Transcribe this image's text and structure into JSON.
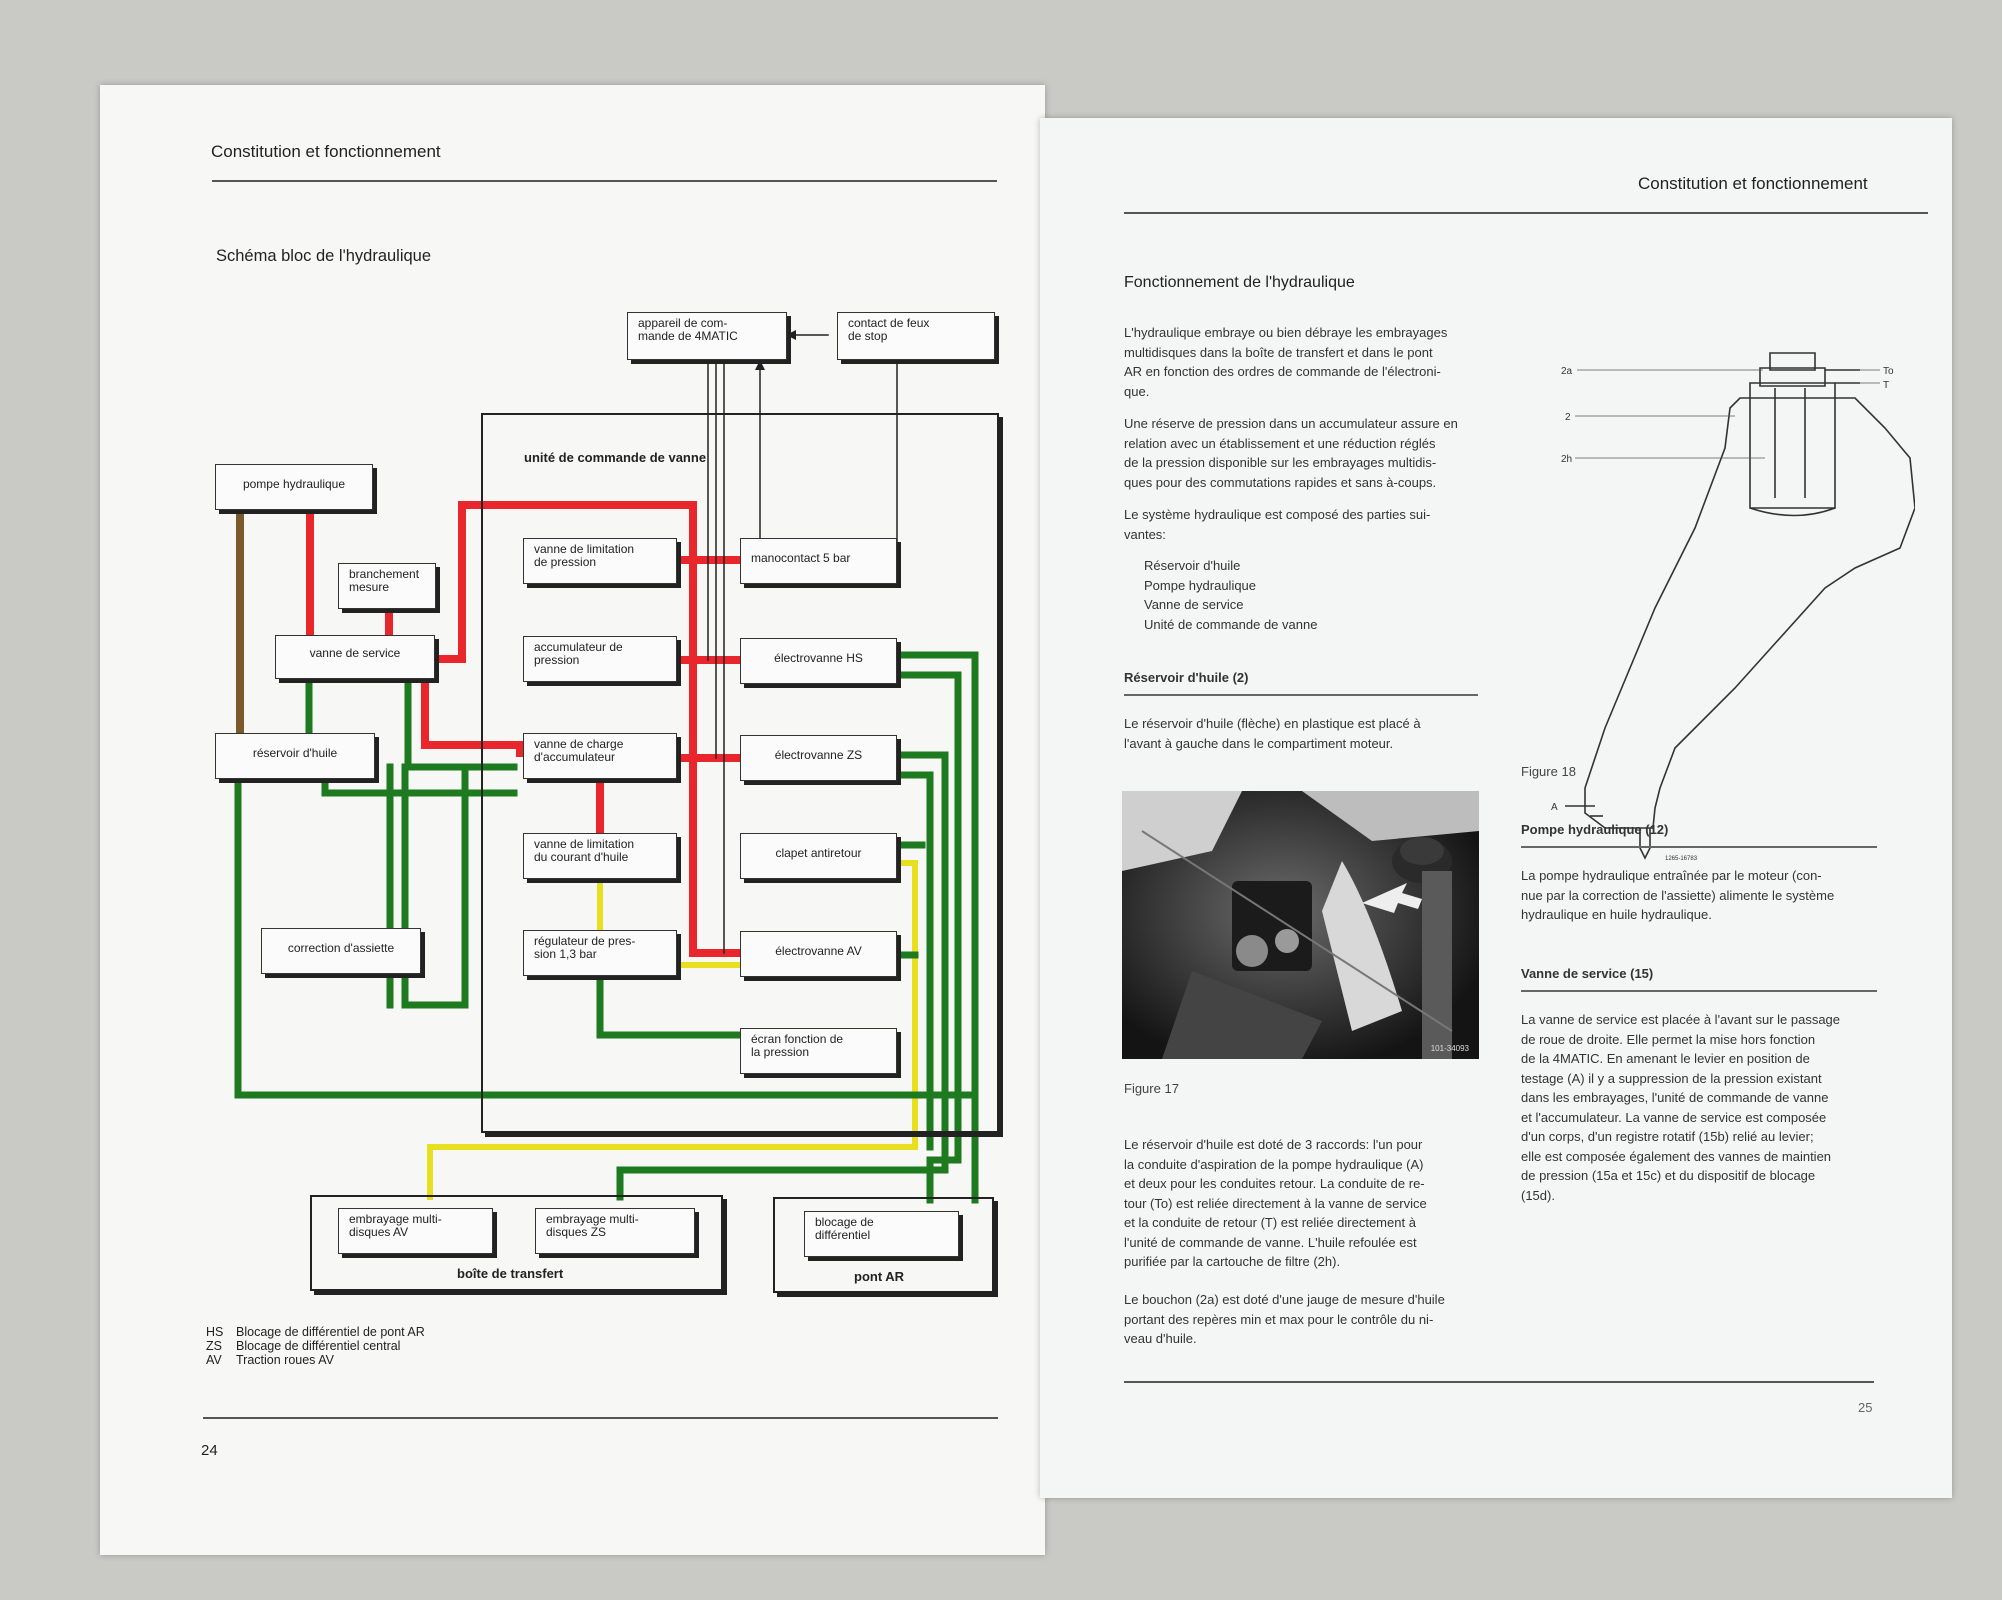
{
  "left_page": {
    "header": "Constitution et fonctionnement",
    "diagram_title": "Schéma bloc de l'hydraulique",
    "page_number": "24",
    "boxes": {
      "appareil": "appareil de com-\nmande de 4MATIC",
      "contact": "contact de feux\nde stop",
      "unite_label": "unité de commande de vanne",
      "pompe": "pompe hydraulique",
      "branchement": "branchement\nmesure",
      "vanne_service": "vanne de service",
      "reservoir": "réservoir d'huile",
      "correction": "correction d'assiette",
      "vanne_limitation_pression": "vanne de limitation\nde pression",
      "accumulateur": "accumulateur de\npression",
      "vanne_charge": "vanne de charge\nd'accumulateur",
      "vanne_limitation_courant": "vanne de limitation\ndu courant d'huile",
      "regulateur": "régulateur de pres-\nsion 1,3 bar",
      "manocontact": "manocontact 5 bar",
      "electrovanne_hs": "électrovanne HS",
      "electrovanne_zs": "électrovanne ZS",
      "clapet": "clapet antiretour",
      "electrovanne_av": "électrovanne AV",
      "ecran": "écran fonction de\nla pression",
      "embrayage_av": "embrayage multi-\ndisques AV",
      "embrayage_zs": "embrayage multi-\ndisques ZS",
      "boite_label": "boîte de transfert",
      "blocage": "blocage de\ndifférentiel",
      "pont_label": "pont AR"
    },
    "legend": [
      {
        "key": "HS",
        "text": "Blocage de différentiel de pont AR"
      },
      {
        "key": "ZS",
        "text": "Blocage de différentiel central"
      },
      {
        "key": "AV",
        "text": "Traction roues AV"
      }
    ],
    "colors": {
      "red": "#e8262b",
      "green": "#1e7a1e",
      "yellow": "#e8e01e",
      "brown": "#7a5a2a"
    }
  },
  "right_page": {
    "header": "Constitution et fonctionnement",
    "section_title": "Fonctionnement de l'hydraulique",
    "para1": "L'hydraulique embraye ou bien débraye les embrayages\nmultidisques dans la boîte de transfert et dans le pont\nAR en fonction des ordres de commande de l'électroni-\nque.",
    "para2": "Une réserve de pression dans un accumulateur assure en\nrelation avec un établissement et une réduction réglés\nde la pression disponible sur les embrayages multidis-\nques pour des commutations rapides et sans à-coups.",
    "para3": "Le système hydraulique est composé des parties sui-\nvantes:",
    "parts": [
      "Réservoir d'huile",
      "Pompe hydraulique",
      "Vanne de service",
      "Unité de commande de vanne"
    ],
    "reservoir_title": "Réservoir d'huile (2)",
    "reservoir_text": "Le réservoir d'huile (flèche) en plastique est placé à\nl'avant à gauche dans le compartiment moteur.",
    "photo_code": "101-34093",
    "figure17": "Figure 17",
    "para4": "Le réservoir d'huile est doté de 3 raccords: l'un pour\nla conduite d'aspiration de la pompe hydraulique (A)\net deux pour les conduites retour. La conduite de re-\ntour (To) est reliée directement à la vanne de service\net la conduite de retour (T) est reliée directement à\nl'unité de commande de vanne. L'huile refoulée est\npurifiée par la cartouche de filtre (2h).",
    "para5": "Le bouchon (2a) est doté d'une jauge de mesure d'huile\nportant des repères min et max pour le contrôle du ni-\nveau d'huile.",
    "figure18": "Figure 18",
    "fig18_labels": {
      "l2a": "2a",
      "l2": "2",
      "l2h": "2h",
      "lA": "A",
      "lTo": "To",
      "lT": "T",
      "code": "1265-16783"
    },
    "pompe_title": "Pompe hydraulique (12)",
    "pompe_text": "La pompe hydraulique entraînée par le moteur (con-\nnue par la correction de l'assiette) alimente le système\nhydraulique en huile hydraulique.",
    "vanne_title": "Vanne de service (15)",
    "vanne_text": "La vanne de service est placée à l'avant sur le passage\nde roue de droite. Elle permet la mise hors fonction\nde la 4MATIC. En amenant le levier en position de\ntestage (A) il y a suppression de la pression existant\ndans les embrayages, l'unité de commande de vanne\net l'accumulateur. La vanne de service est composée\nd'un corps, d'un registre rotatif (15b) relié au levier;\nelle est composée également des vannes de maintien\nde pression (15a et 15c) et du dispositif de blocage\n(15d).",
    "page_number": "25"
  }
}
